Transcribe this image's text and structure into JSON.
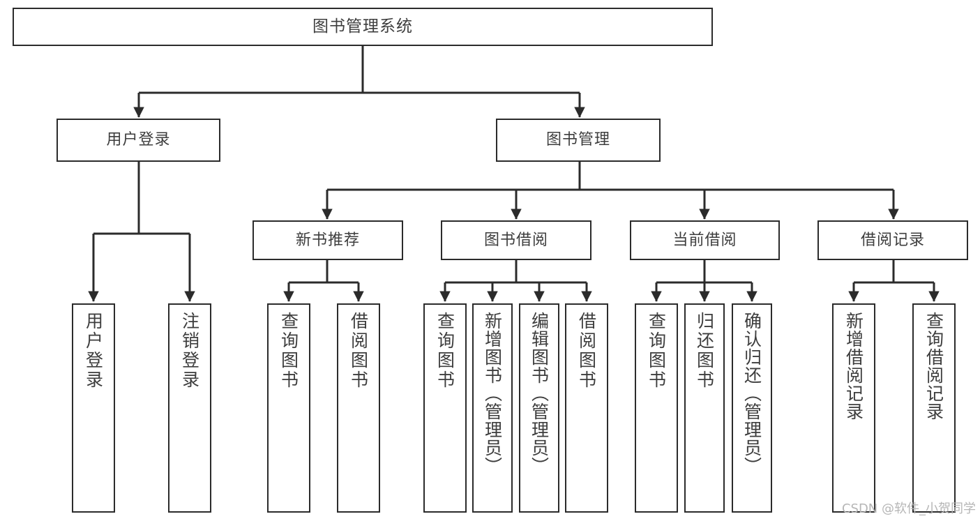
{
  "diagram": {
    "type": "tree",
    "title": "图书管理系统",
    "watermark": "CSDN @软件_小贺同学",
    "colors": {
      "background": "#ffffff",
      "node_border": "#2b2b2b",
      "node_fill": "#ffffff",
      "text": "#3d3d3d",
      "edge": "#2b2b2b",
      "watermark": "#b6b6b6"
    },
    "nodes": {
      "root": {
        "label": "图书管理系统"
      },
      "level2": [
        {
          "id": "user-login",
          "label": "用户登录"
        },
        {
          "id": "book-manage",
          "label": "图书管理"
        }
      ],
      "level3": [
        {
          "id": "new-book-recommend",
          "label": "新书推荐"
        },
        {
          "id": "book-borrow",
          "label": "图书借阅"
        },
        {
          "id": "current-borrow",
          "label": "当前借阅"
        },
        {
          "id": "borrow-record",
          "label": "借阅记录"
        }
      ],
      "leaves": [
        {
          "id": "leaf-user-login",
          "label": "用户登录",
          "parent": "user-login"
        },
        {
          "id": "leaf-user-logout",
          "label": "注销登录",
          "parent": "user-login"
        },
        {
          "id": "leaf-query-book-1",
          "label": "查询图书",
          "parent": "new-book-recommend"
        },
        {
          "id": "leaf-borrow-book-1",
          "label": "借阅图书",
          "parent": "new-book-recommend"
        },
        {
          "id": "leaf-query-book-2",
          "label": "查询图书",
          "parent": "book-borrow"
        },
        {
          "id": "leaf-add-book",
          "label": "新增图书（管理员）",
          "parent": "book-borrow"
        },
        {
          "id": "leaf-edit-book",
          "label": "编辑图书（管理员）",
          "parent": "book-borrow"
        },
        {
          "id": "leaf-borrow-book-2",
          "label": "借阅图书",
          "parent": "book-borrow"
        },
        {
          "id": "leaf-query-book-3",
          "label": "查询图书",
          "parent": "current-borrow"
        },
        {
          "id": "leaf-return-book",
          "label": "归还图书",
          "parent": "current-borrow"
        },
        {
          "id": "leaf-confirm-return",
          "label": "确认归还（管理员）",
          "parent": "current-borrow"
        },
        {
          "id": "leaf-add-record",
          "label": "新增借阅记录",
          "parent": "borrow-record"
        },
        {
          "id": "leaf-query-record",
          "label": "查询借阅记录",
          "parent": "borrow-record"
        }
      ]
    }
  }
}
